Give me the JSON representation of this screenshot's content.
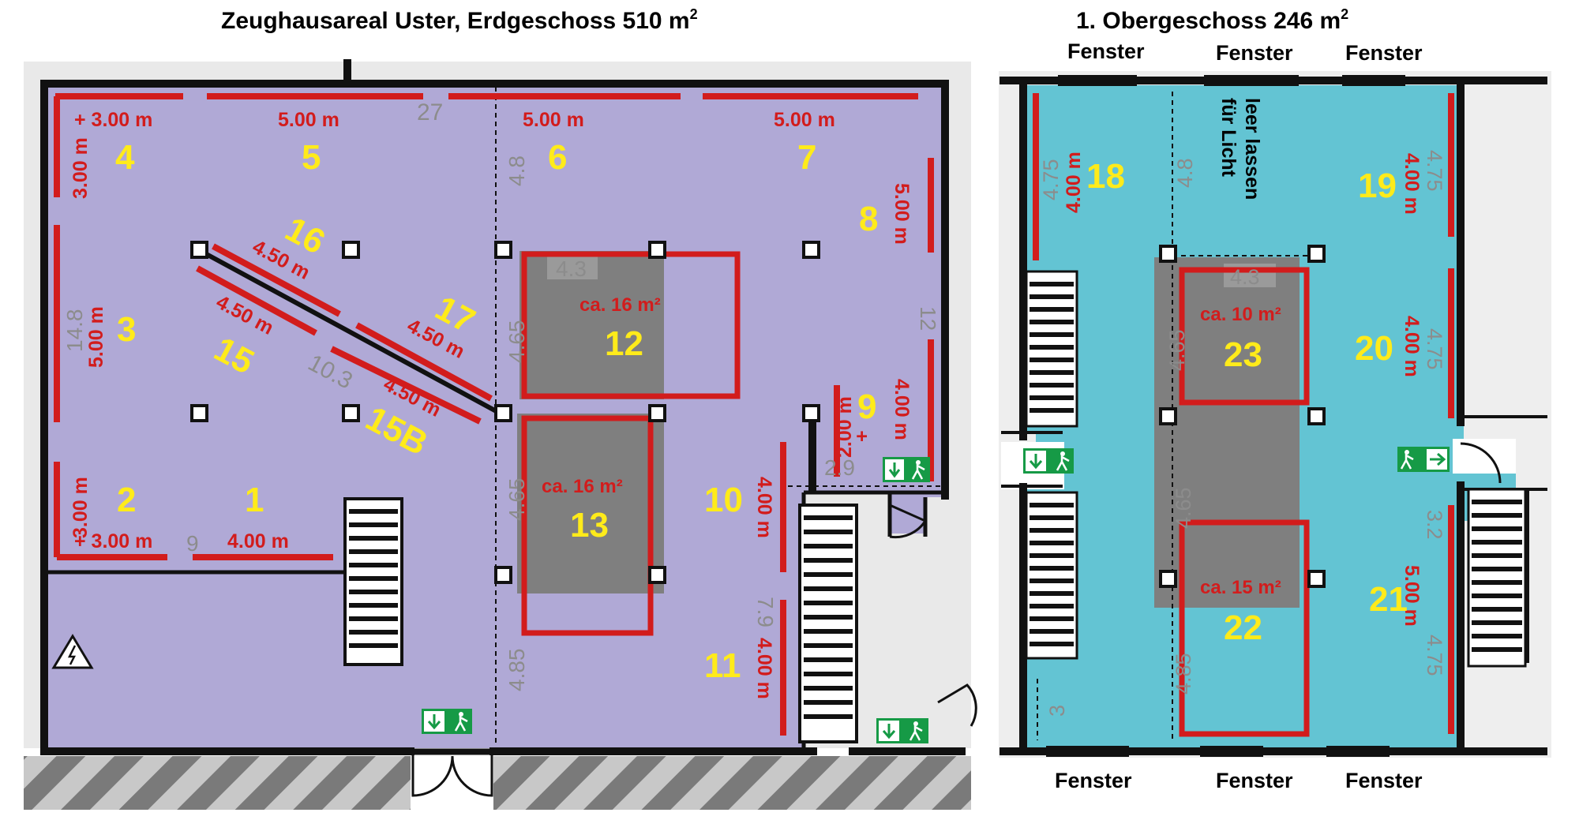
{
  "titles": {
    "ground": "Zeughausareal Uster, Erdgeschoss 510 m",
    "ground_sup": "2",
    "upper": "1. Obergeschoss 246 m",
    "upper_sup": "2"
  },
  "windows_top": [
    "Fenster",
    "Fenster",
    "Fenster"
  ],
  "windows_bottom": [
    "Fenster",
    "Fenster",
    "Fenster"
  ],
  "note": [
    "leer lassen",
    "für Licht"
  ],
  "ground_numbers": {
    "n1": "1",
    "n2": "2",
    "n3": "3",
    "n4": "4",
    "n5": "5",
    "n6": "6",
    "n7": "7",
    "n8": "8",
    "n9": "9",
    "n10": "10",
    "n11": "11",
    "n12": "12",
    "n13": "13",
    "n15": "15",
    "n15b": "15B",
    "n16": "16",
    "n17": "17"
  },
  "upper_numbers": {
    "n18": "18",
    "n19": "19",
    "n20": "20",
    "n21": "21",
    "n22": "22",
    "n23": "23"
  },
  "wall_labels": {
    "w4_top": "+ 3.00 m",
    "w4_side": "3.00 m",
    "w5": "5.00 m",
    "w6": "5.00 m",
    "w7": "5.00 m",
    "w8": "5.00 m",
    "w3": "5.00 m",
    "w2_side": "3.00 m",
    "w2_bottom": "+ 3.00 m",
    "w1": "4.00 m",
    "w16": "4.50 m",
    "w15": "4.50 m",
    "w17": "4.50 m",
    "w15b": "4.50 m",
    "w9a": "4.00 m",
    "w9plus": "+",
    "w9b": "2.00 m",
    "w10": "4.00 m",
    "w11": "4.00 m",
    "w18": "4.00 m",
    "w19": "4.00 m",
    "w20": "4.00 m",
    "w21": "5.00 m"
  },
  "areas": {
    "a12": "ca. 16 m²",
    "a13": "ca. 16 m²",
    "a23": "ca. 10 m²",
    "a22": "ca. 15 m²"
  },
  "dimensions": {
    "d27": "27",
    "d48": "4.8",
    "d148": "14.8",
    "d12": "12",
    "d43": "4.3",
    "d465a": "4.65",
    "d103": "10.3",
    "d465b": "4.65",
    "d29": "2.9",
    "d9": "9",
    "d79": "7.9",
    "d485": "4.85",
    "u475a": "4.75",
    "u48": "4.8",
    "u475b": "4.75",
    "u43": "4.3",
    "u465a": "4.65",
    "u475c": "4.75",
    "u465b": "4.65",
    "u32": "3.2",
    "u485": "4.85",
    "u475d": "4.75",
    "u3": "3"
  },
  "colors": {
    "ground_floor": "#b0a9d6",
    "upper_floor": "#63c4d3",
    "wall": "#111111",
    "exhibit_wall": "#d21c1c",
    "area_marker": "#d21c1c",
    "room_number": "#ffeb1a",
    "gray_block": "#7f7f7f",
    "exit_sign": "#169a46"
  },
  "icons": [
    "emergency-exit-icon",
    "high-voltage-icon",
    "stairs-icon",
    "door-icon",
    "pillar-icon"
  ]
}
